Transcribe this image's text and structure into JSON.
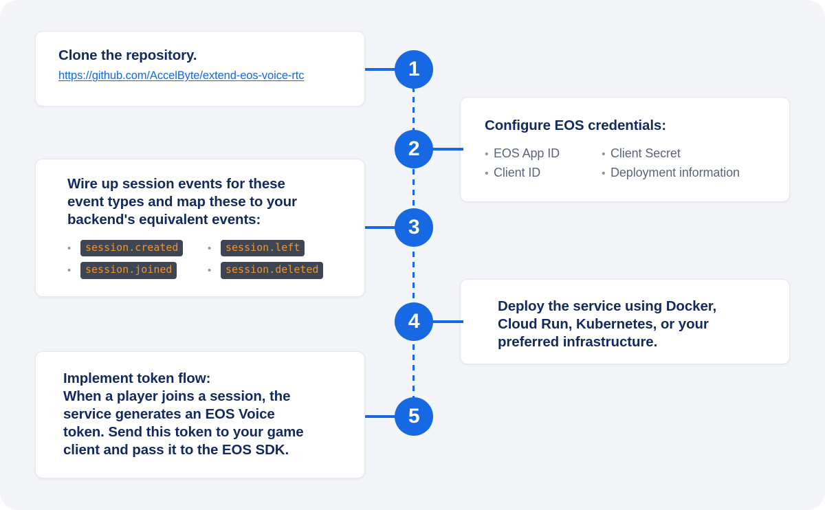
{
  "theme": {
    "background": "#f3f5f8",
    "accent_blue": "#1668e3",
    "title_navy": "#132a5e",
    "body_gray": "#5b6579",
    "chip_background": "#3e4654",
    "chip_text": "#f09532",
    "card_background": "#ffffff"
  },
  "steps": [
    {
      "number": "1",
      "title": "Clone the repository.",
      "link": "https://github.com/AccelByte/extend-eos-voice-rtc",
      "side": "left"
    },
    {
      "number": "2",
      "title": "Configure EOS credentials:",
      "side": "right",
      "bullets_left": [
        "EOS App ID",
        "Client ID"
      ],
      "bullets_right": [
        "Client Secret",
        "Deployment information"
      ]
    },
    {
      "number": "3",
      "title": "Wire up session events for these\nevent types and map these to your\nbackend's equivalent events:",
      "side": "left",
      "chips_left": [
        "session.created",
        "session.joined"
      ],
      "chips_right": [
        "session.left",
        "session.deleted"
      ]
    },
    {
      "number": "4",
      "title": "Deploy the service using Docker,\nCloud Run, Kubernetes, or your\npreferred infrastructure.",
      "side": "right"
    },
    {
      "number": "5",
      "title": "Implement token flow:\nWhen a player joins a session, the\nservice generates an EOS Voice\ntoken. Send this token to your game\nclient and pass it to the EOS SDK.",
      "side": "left"
    }
  ],
  "bullet_glyph": "•"
}
